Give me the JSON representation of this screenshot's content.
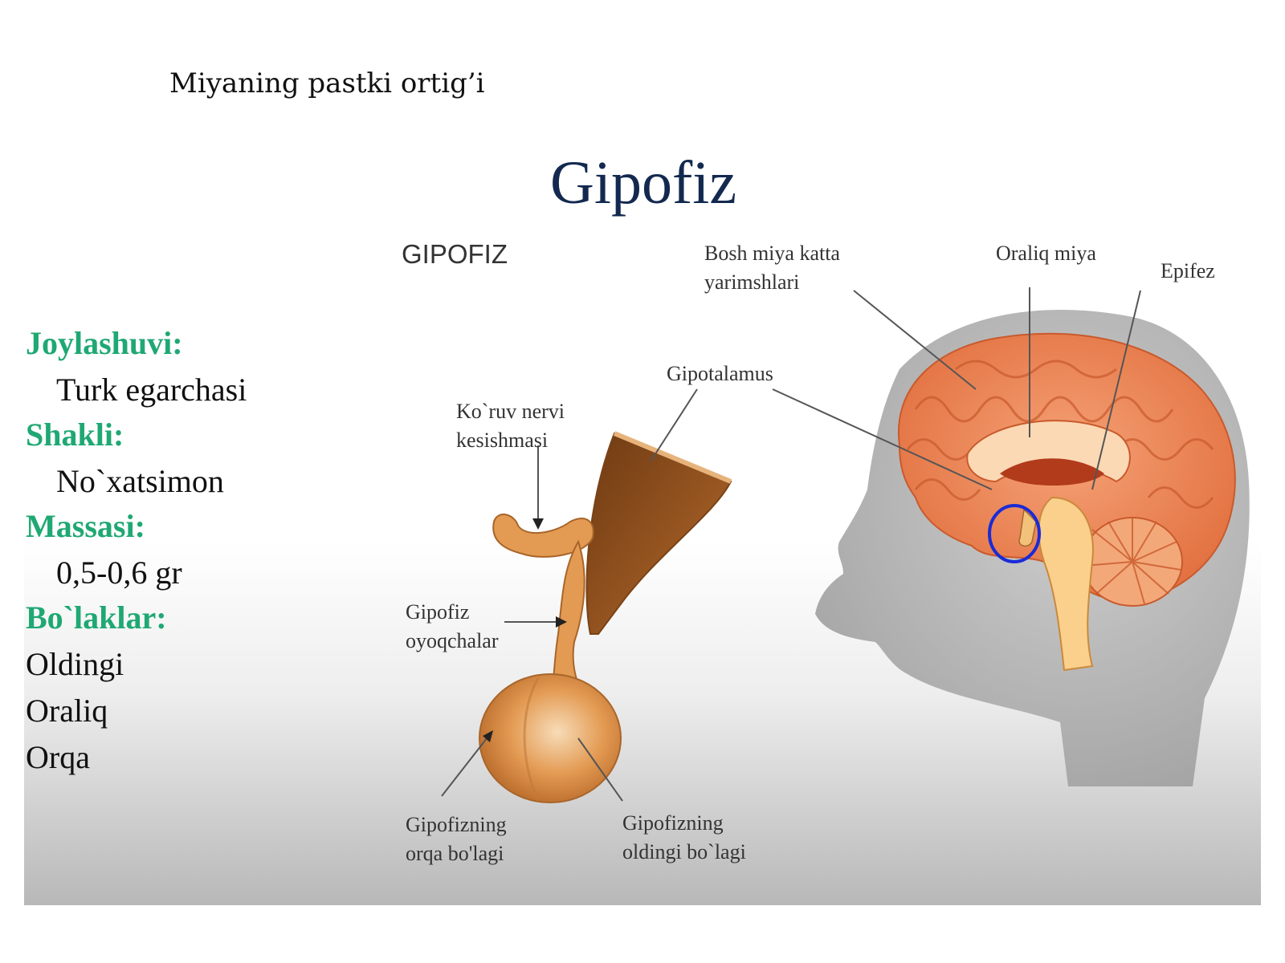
{
  "slide": {
    "title": "Miyaning pastki ortig’i"
  },
  "figure": {
    "heading": "Gipofiz",
    "subheading": "GIPOFIZ",
    "info": [
      {
        "label": "Joylashuvi:",
        "value": "Turk egarchasi"
      },
      {
        "label": "Shakli:",
        "value": "No`xatsimon"
      },
      {
        "label": "Massasi:",
        "value": "0,5-0,6 gr"
      },
      {
        "label": "Bo`laklar:",
        "items": [
          "Oldingi",
          "Oraliq",
          "Orqa"
        ]
      }
    ],
    "labels": {
      "cerebral_hemispheres": [
        "Bosh miya katta",
        "yarimshlari"
      ],
      "diencephalon": "Oraliq miya",
      "epiphysis": "Epifez",
      "hypothalamus": "Gipotalamus",
      "optic_chiasm": [
        "Ko`ruv nervi",
        "kesishmasi"
      ],
      "pituitary_stalk": [
        "Gipofiz",
        "oyoqchalar"
      ],
      "posterior_lobe": [
        "Gipofizning",
        "orqa bo'lagi"
      ],
      "anterior_lobe": [
        "Gipofizning",
        "oldingi bo`lagi"
      ]
    },
    "colors": {
      "heading": "#13294f",
      "info_label": "#1fa873",
      "brain": "#f08a5a",
      "pituitary": "#e39a52",
      "highlight_circle": "#1a2bd6"
    }
  }
}
